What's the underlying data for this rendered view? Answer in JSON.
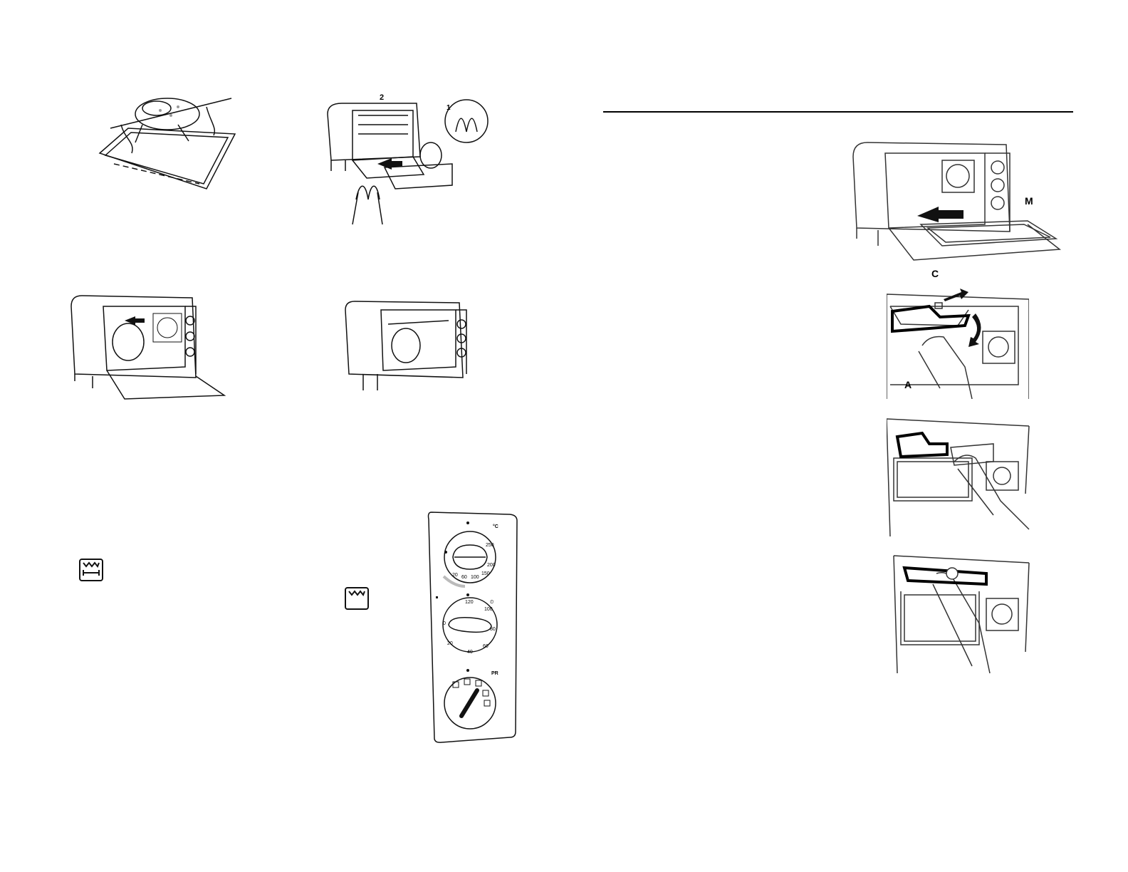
{
  "labels": {
    "fig2_num2": "2",
    "fig2_num1": "1",
    "top_oven_M": "M",
    "panel_C": "C",
    "panel_A": "A"
  },
  "control_panel": {
    "temp_unit": "°C",
    "timer_marks": [
      "120",
      "100",
      "80",
      "60",
      "40",
      "20",
      "0"
    ],
    "temp_marks": [
      "20",
      "60",
      "100",
      "150",
      "200",
      "250"
    ],
    "function_symbol": "PR"
  },
  "icons": {
    "heat_top_bottom": "oven-heat-top-bottom-icon",
    "heat_top": "oven-heat-top-icon"
  },
  "colors": {
    "line": "#111111",
    "background": "#ffffff"
  }
}
